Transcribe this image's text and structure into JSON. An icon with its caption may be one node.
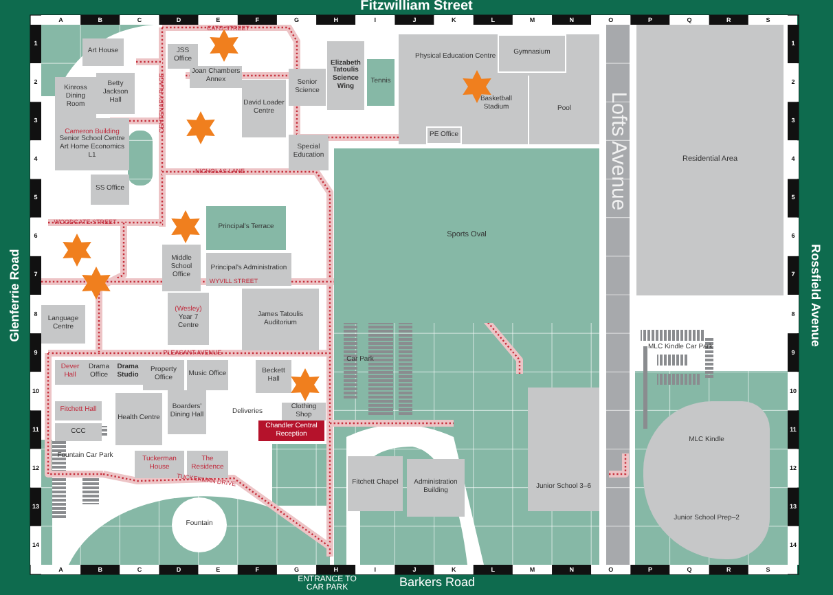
{
  "diagram": {
    "nodes": [
      {
        "text": [
          "Art House"
        ]
      },
      {
        "text": [
          "Kinross Dining Room"
        ]
      },
      {
        "text": [
          "Betty Jackson Hall"
        ]
      },
      {
        "text": [
          "Cameron Building",
          "Senior School Centre Art Home Economics L1"
        ]
      },
      {
        "text": [
          "SS Office"
        ]
      },
      {
        "text": [
          "JSS Office"
        ]
      },
      {
        "text": [
          "Joan Chambers Annex"
        ]
      },
      {
        "text": [
          "David Loader Centre"
        ]
      },
      {
        "text": [
          "Senior Science"
        ]
      },
      {
        "text": [
          "Special Education"
        ]
      },
      {
        "text": [
          "Elizabeth Tatoulis Science Wing"
        ]
      },
      {
        "text": [
          "Tennis"
        ]
      },
      {
        "text": [
          "Physical Education Centre"
        ]
      },
      {
        "text": [
          "Gymnasium"
        ],
        "in": 12
      },
      {
        "text": [
          "Basketball Stadium"
        ],
        "in": 12
      },
      {
        "text": [
          "Pool"
        ],
        "in": 12
      },
      {
        "text": [
          "PE Office"
        ],
        "in": 12
      },
      {
        "text": [
          "Sports Oval"
        ]
      },
      {
        "text": [
          "Residential Area"
        ]
      },
      {
        "text": [
          "Principal's Terrace"
        ]
      },
      {
        "text": [
          "Principal's Administration"
        ]
      },
      {
        "text": [
          "Middle School Office"
        ]
      },
      {
        "text": [
          "Language Centre"
        ]
      },
      {
        "text": [
          "(Wesley)",
          "Year 7 Centre"
        ]
      },
      {
        "text": [
          "James Tatoulis Auditorium"
        ]
      },
      {
        "text": [
          "Dever Hall"
        ]
      },
      {
        "text": [
          "Drama Office"
        ]
      },
      {
        "text": [
          "Drama Studio"
        ]
      },
      {
        "text": [
          "Property Office"
        ]
      },
      {
        "text": [
          "Music Office"
        ]
      },
      {
        "text": [
          "Fitchett Hall"
        ]
      },
      {
        "text": [
          "CCC"
        ]
      },
      {
        "text": [
          "Health Centre"
        ]
      },
      {
        "text": [
          "Boarders' Dining Hall"
        ]
      },
      {
        "text": [
          "Beckett Hall"
        ]
      },
      {
        "text": [
          "Clothing Shop"
        ]
      },
      {
        "text": [
          "Chandler Central Reception"
        ]
      },
      {
        "text": [
          "Tuckerman House"
        ]
      },
      {
        "text": [
          "The Residence"
        ]
      },
      {
        "text": [
          "Fountain"
        ]
      },
      {
        "text": [
          "Fitchett Chapel"
        ]
      },
      {
        "text": [
          "Administration Building"
        ]
      },
      {
        "text": [
          "Junior School 3–6"
        ]
      },
      {
        "text": [
          "MLC Kindle",
          "Junior School Prep–2"
        ]
      }
    ],
    "labels": [
      "Fitzwilliam Street",
      "CATO STREET",
      "CENTENARY PLACE",
      "NICHOLAS LANE",
      "WOODGATE STREET",
      "Glenferrie Road",
      "WYVILL STREET",
      "Lofts Avenue",
      "Rossfield Avenue",
      "PLEASANT AVENUE",
      "Deliveries",
      "Fountain Car Park",
      "Car Park",
      "MLC Kindle Car Park",
      "TUCKERMAN DRIVE",
      "ENTRANCE TO CAR PARK",
      "Barkers Road",
      "A",
      "B",
      "C",
      "D",
      "E",
      "F",
      "G",
      "H",
      "I",
      "J",
      "K",
      "L",
      "M",
      "N",
      "O",
      "P",
      "Q",
      "R",
      "S",
      "A",
      "B",
      "C",
      "D",
      "E",
      "F",
      "G",
      "H",
      "I",
      "J",
      "K",
      "L",
      "M",
      "N",
      "O",
      "P",
      "Q",
      "R",
      "S",
      "1",
      "2",
      "3",
      "4",
      "5",
      "6",
      "7",
      "8",
      "9",
      "10",
      "11",
      "12",
      "13",
      "14",
      "1",
      "2",
      "3",
      "4",
      "5",
      "6",
      "7",
      "8",
      "9",
      "10",
      "11",
      "12",
      "13",
      "14"
    ]
  }
}
